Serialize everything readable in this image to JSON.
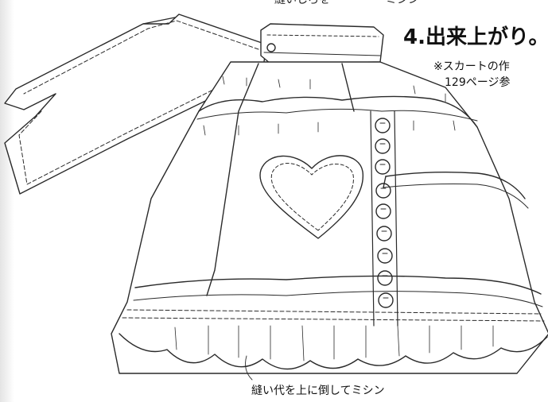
{
  "page": {
    "top_cut_text": "縫いしろを　　　　　ミシン",
    "title": "4.出来上がり。",
    "note_line1": "※スカートの作",
    "note_line2": "129ページ参",
    "bottom_caption": "縫い代を上に倒してミシン"
  },
  "colors": {
    "ink": "#2a2a2a",
    "paper": "#ffffff"
  }
}
